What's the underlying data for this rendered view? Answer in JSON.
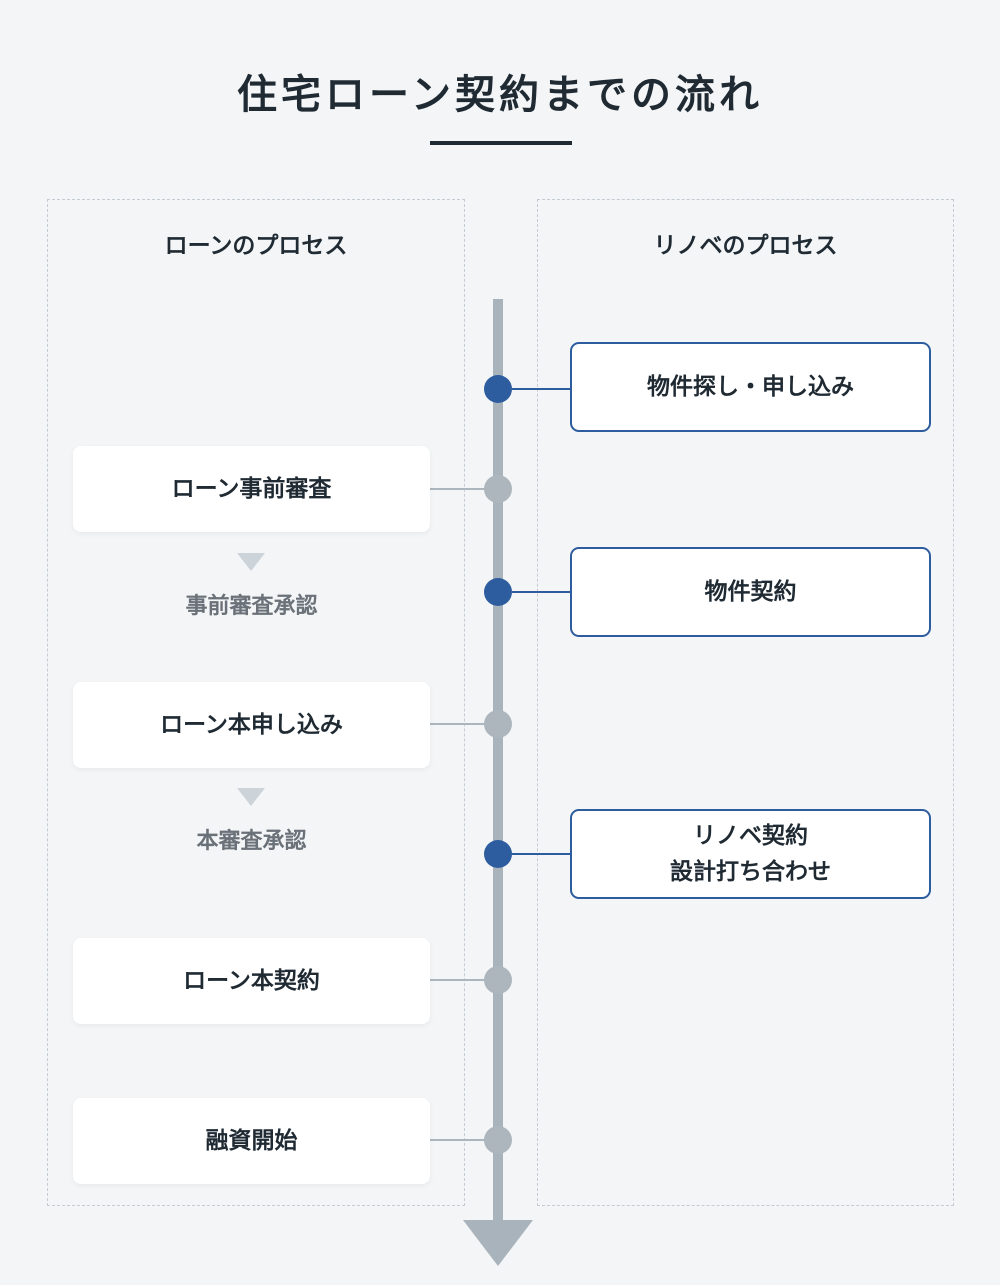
{
  "title": "住宅ローン契約までの流れ",
  "columns": {
    "left": "ローンのプロセス",
    "right": "リノベのプロセス"
  },
  "loan_steps": [
    {
      "label": "ローン事前審査"
    },
    {
      "label": "ローン本申し込み"
    },
    {
      "label": "ローン本契約"
    },
    {
      "label": "融資開始"
    }
  ],
  "loan_approvals": [
    {
      "label": "事前審査承認"
    },
    {
      "label": "本審査承認"
    }
  ],
  "renovation_steps": [
    {
      "label": "物件探し・申し込み"
    },
    {
      "label": "物件契約"
    },
    {
      "label": "リノベ契約",
      "label2": "設計打ち合わせ"
    }
  ],
  "colors": {
    "accent": "#2d5d9e",
    "timeline": "#a9b3bb",
    "background": "#f3f5f7",
    "text": "#1f2a33",
    "muted_text": "#6a7178"
  }
}
